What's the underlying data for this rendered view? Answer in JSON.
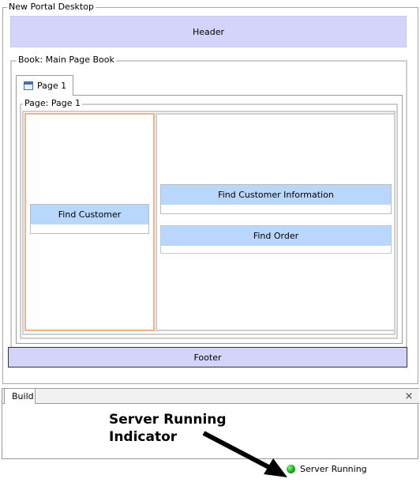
{
  "desktop": {
    "legend": "New Portal Desktop"
  },
  "header": {
    "label": "Header"
  },
  "book": {
    "legend": "Book: Main Page Book",
    "tab_label": "Page 1",
    "tab_icon": "page-icon"
  },
  "page": {
    "legend": "Page: Page 1",
    "portlets": {
      "find_customer": "Find Customer",
      "find_customer_information": "Find Customer Information",
      "find_order": "Find Order"
    }
  },
  "footer": {
    "label": "Footer"
  },
  "build_panel": {
    "tab_label": "Build",
    "close_glyph": "×"
  },
  "annotation": {
    "line1": "Server Running",
    "line2": "Indicator"
  },
  "status": {
    "text": "Server Running",
    "color": "#22b822"
  }
}
